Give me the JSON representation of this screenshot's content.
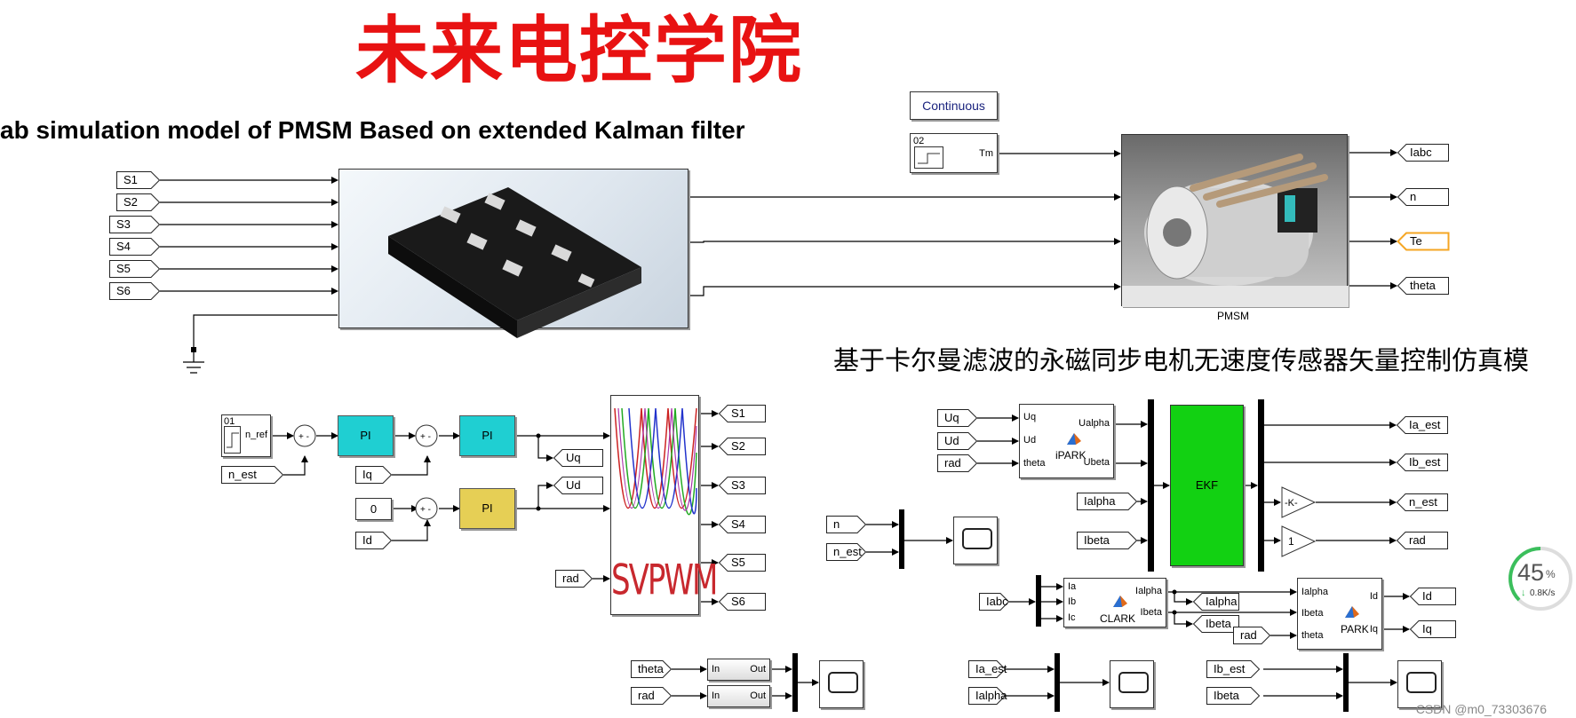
{
  "titles": {
    "cn_main": "未来电控学院",
    "en": "ab simulation model of PMSM Based on extended Kalman filter",
    "cn_sub": "基于卡尔曼滤波的永磁同步电机无速度传感器矢量控制仿真模"
  },
  "blocks": {
    "continuous": "Continuous",
    "step_tm_icon": "02",
    "step_tm_port": "Tm",
    "pmsm_label": "PMSM",
    "step_nref_icon": "01",
    "step_nref_port": "n_ref",
    "pi_label": "PI",
    "sum_signs": "+ -",
    "const_zero": "0",
    "svpwm_label": "SVPWM",
    "ipark": {
      "name": "iPARK",
      "in": [
        "Uq",
        "Ud",
        "theta"
      ],
      "out": [
        "Ualpha",
        "Ubeta"
      ]
    },
    "ekf": "EKF",
    "gain_k": "-K-",
    "gain_one": "1",
    "clark": {
      "name": "CLARK",
      "in": [
        "Ia",
        "Ib",
        "Ic"
      ],
      "out": [
        "Ialpha",
        "Ibeta"
      ]
    },
    "park": {
      "name": "PARK",
      "in": [
        "Ialpha",
        "Ibeta",
        "theta"
      ],
      "out": [
        "Id",
        "Iq"
      ]
    },
    "conv_in": "In",
    "conv_out": "Out"
  },
  "tags": {
    "S1": "S1",
    "S2": "S2",
    "S3": "S3",
    "S4": "S4",
    "S5": "S5",
    "S6": "S6",
    "Iabc": "Iabc",
    "n": "n",
    "Te": "Te",
    "theta": "theta",
    "n_est": "n_est",
    "Iq": "Iq",
    "Id": "Id",
    "Uq": "Uq",
    "Ud": "Ud",
    "rad": "rad",
    "Ialpha": "Ialpha",
    "Ibeta": "Ibeta",
    "Ia_est": "Ia_est",
    "Ib_est": "Ib_est"
  },
  "badge": {
    "value": "45",
    "unit": "%",
    "rate": "0.8K/s"
  },
  "watermark": "CSDN @m0_73303676",
  "colors": {
    "title_red": "#e81212",
    "pi_cyan": "#1fcfd2",
    "pi_yellow": "#e6cf55",
    "ekf_green": "#12d112",
    "svpwm_red": "#c8282e"
  }
}
